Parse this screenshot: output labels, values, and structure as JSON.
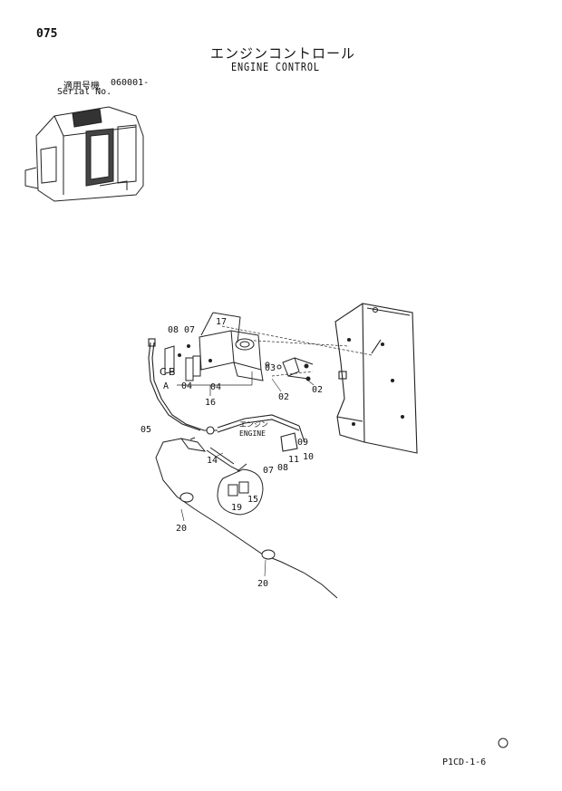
{
  "header": {
    "page_number": "075",
    "title_jp": "エンジンコントロール",
    "title_en": "ENGINE CONTROL",
    "serial_label_jp": "適用号機",
    "serial_value": "060001-",
    "serial_label_en": "Serial No."
  },
  "diagram": {
    "callouts": {
      "c08a": "08",
      "c07a": "07",
      "c17": "17",
      "cC": "C",
      "cB": "B",
      "cA": "A",
      "c04a": "04",
      "c04b": "04",
      "c16": "16",
      "c03": "03",
      "c02a": "02",
      "c02b": "02",
      "c05": "05",
      "engine_jp": "エンジン",
      "engine_en": "ENGINE",
      "c09": "09",
      "c10": "10",
      "c11": "11",
      "c07b": "07",
      "c08b": "08",
      "c14": "14",
      "c19": "19",
      "c15": "15",
      "c20a": "20",
      "c20b": "20"
    }
  },
  "footer": {
    "code": "P1CD-1-6"
  }
}
